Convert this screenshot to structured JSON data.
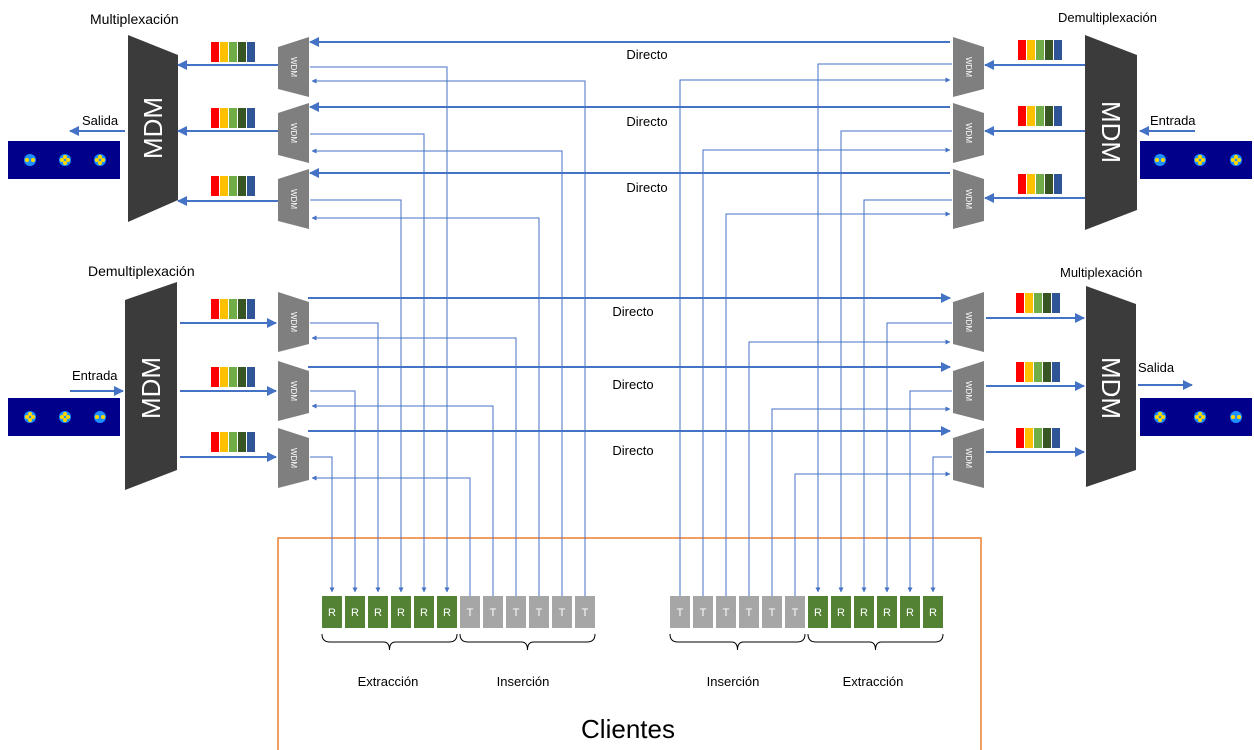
{
  "top_left": {
    "title": "Multiplexación",
    "port": "Salida",
    "mdm": "MDM"
  },
  "top_right": {
    "title": "Demultiplexación",
    "port": "Entrada",
    "mdm": "MDM"
  },
  "bottom_left": {
    "title": "Demultiplexación",
    "port": "Entrada",
    "mdm": "MDM"
  },
  "bottom_right": {
    "title": "Multiplexación",
    "port": "Salida",
    "mdm": "MDM"
  },
  "wdm_label": "WDM",
  "direct_label": "Directo",
  "receiver_label": "R",
  "transmitter_label": "T",
  "groups": {
    "left_extraction": "Extracción",
    "left_insertion": "Inserción",
    "right_insertion": "Inserción",
    "right_extraction": "Extracción"
  },
  "clients_label": "Clientes",
  "colors": {
    "mdm": "#3b3b3b",
    "wdm": "#7f7f7f",
    "line": "#4472c4",
    "receiver": "#548235",
    "transmitter": "#a6a6a6",
    "client_box": "#ed7d31",
    "fiber_panel": "#00008b",
    "wavelengths": [
      "#ff0000",
      "#ffc000",
      "#70ad47",
      "#375623",
      "#2f5597"
    ]
  }
}
